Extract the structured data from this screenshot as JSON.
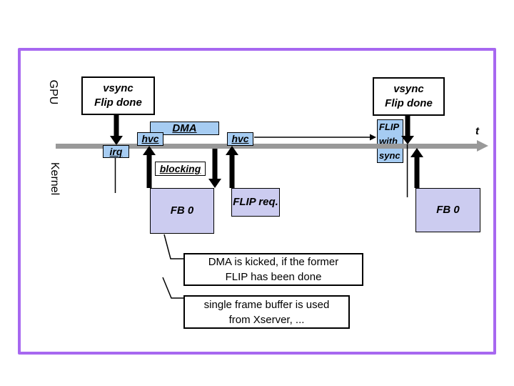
{
  "diagram": {
    "lanes": [
      {
        "label": "GPU"
      },
      {
        "label": "Kernel"
      }
    ],
    "axis": {
      "t_label": "t"
    },
    "vsync_boxes": [
      {
        "line1": "vsync",
        "line2": "Flip done"
      },
      {
        "line1": "vsync",
        "line2": "Flip done"
      }
    ],
    "boxes": {
      "dma": {
        "label": "DMA"
      },
      "hvc1": {
        "label": "hvc"
      },
      "hvc2": {
        "label": "hvc"
      },
      "irq": {
        "label": "irq"
      },
      "blocking": {
        "label": "blocking"
      },
      "fb0_left": {
        "label": "FB 0"
      },
      "flip_req": {
        "label": "FLIP req."
      },
      "flip_with_sync": {
        "line1": "FLIP",
        "line2": "with",
        "line3": "sync"
      },
      "fb0_right": {
        "label": "FB 0"
      }
    },
    "callouts": [
      {
        "line1": "DMA is kicked, if the former",
        "line2": "FLIP has been done"
      },
      {
        "line1": "single frame buffer is used",
        "line2": "from Xserver, ..."
      }
    ],
    "colors": {
      "frame": "#a768f0",
      "event_blue": "#a6ccf2",
      "buffer_lavender": "#ccccf0",
      "timeline_gray": "#999999"
    }
  }
}
